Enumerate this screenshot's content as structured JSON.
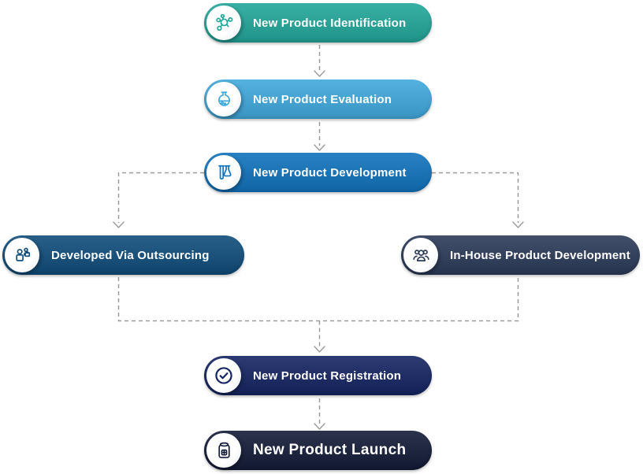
{
  "nodes": [
    {
      "id": "identification",
      "label": "New Product Identification",
      "color": "#23A79B",
      "icon": "network-icon"
    },
    {
      "id": "evaluation",
      "label": "New Product Evaluation",
      "color": "#41A9DD",
      "icon": "flask-icon"
    },
    {
      "id": "development",
      "label": "New Product Development",
      "color": "#1173BD",
      "icon": "lab-tubes-icon"
    },
    {
      "id": "outsourcing",
      "label": "Developed Via Outsourcing",
      "color": "#104D7B",
      "icon": "outsourcing-people-icon"
    },
    {
      "id": "inhouse",
      "label": "In-House Product Development",
      "color": "#2C3B59",
      "icon": "team-icon"
    },
    {
      "id": "registration",
      "label": "New Product Registration",
      "color": "#152563",
      "icon": "check-circle-icon"
    },
    {
      "id": "launch",
      "label": "New Product Launch",
      "color": "#141C38",
      "icon": "medicine-jar-icon"
    }
  ],
  "connectors": {
    "color": "#9b9b9b",
    "style": "dashed"
  }
}
